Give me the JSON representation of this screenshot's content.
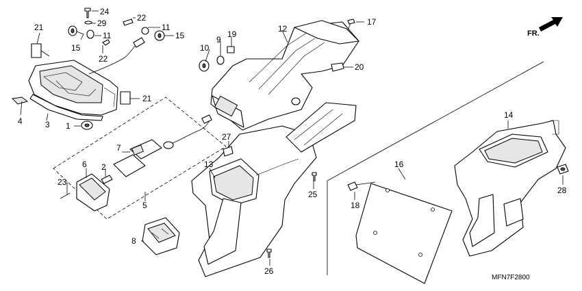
{
  "diagram": {
    "code": "MFN7F2800",
    "direction": "FR.",
    "callouts": [
      "24",
      "22",
      "11",
      "15",
      "29",
      "21",
      "11",
      "15",
      "22",
      "9",
      "19",
      "10",
      "12",
      "17",
      "20",
      "21",
      "4",
      "3",
      "1",
      "27",
      "14",
      "7",
      "6",
      "2",
      "13",
      "16",
      "23",
      "5",
      "25",
      "18",
      "28",
      "8",
      "26"
    ]
  }
}
